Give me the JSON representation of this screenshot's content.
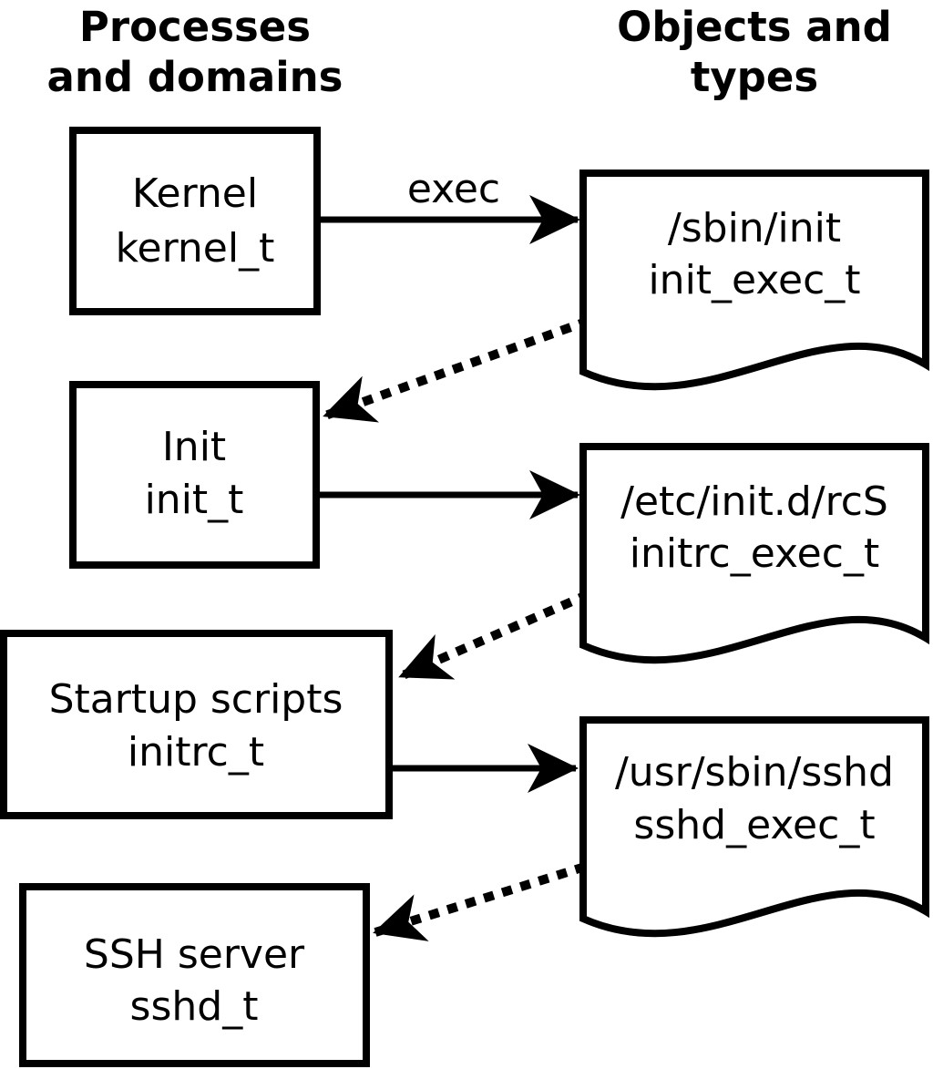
{
  "columns": {
    "left": {
      "line1": "Processes",
      "line2": "and domains"
    },
    "right": {
      "line1": "Objects and",
      "line2": "types"
    }
  },
  "processes": [
    {
      "label": "Kernel",
      "domain": "kernel_t"
    },
    {
      "label": "Init",
      "domain": "init_t"
    },
    {
      "label": "Startup scripts",
      "domain": "initrc_t"
    },
    {
      "label": "SSH server",
      "domain": "sshd_t"
    }
  ],
  "objects": [
    {
      "path": "/sbin/init",
      "type": "init_exec_t"
    },
    {
      "path": "/etc/init.d/rcS",
      "type": "initrc_exec_t"
    },
    {
      "path": "/usr/sbin/sshd",
      "type": "sshd_exec_t"
    }
  ],
  "arrows": {
    "exec_label": "exec",
    "transitions": [
      {
        "from": "kernel_t",
        "to": "init_exec_t",
        "style": "solid",
        "label": "exec"
      },
      {
        "from": "init_exec_t",
        "to": "init_t",
        "style": "dotted"
      },
      {
        "from": "init_t",
        "to": "initrc_exec_t",
        "style": "solid"
      },
      {
        "from": "initrc_exec_t",
        "to": "initrc_t",
        "style": "dotted"
      },
      {
        "from": "initrc_t",
        "to": "sshd_exec_t",
        "style": "solid"
      },
      {
        "from": "sshd_exec_t",
        "to": "sshd_t",
        "style": "dotted"
      }
    ]
  },
  "colors": {
    "foreground": "#000000",
    "background": "#ffffff"
  }
}
